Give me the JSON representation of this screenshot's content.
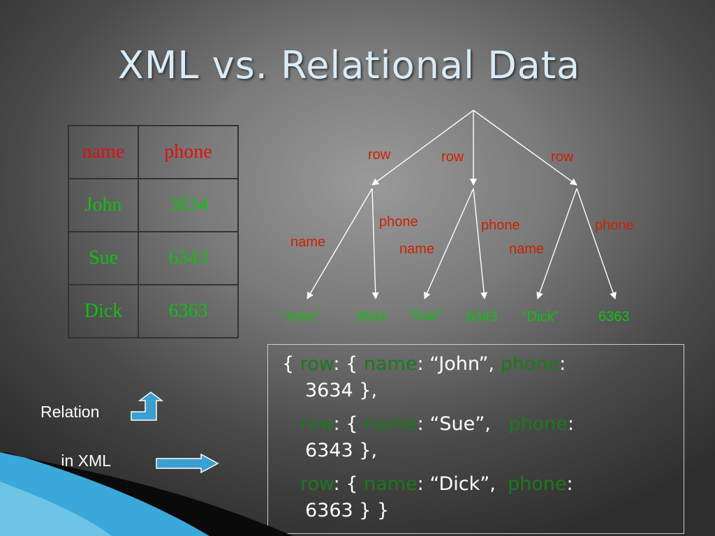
{
  "title": "XML vs. Relational Data",
  "table": {
    "headers": [
      "name",
      "phone"
    ],
    "rows": [
      [
        "John",
        "3634"
      ],
      [
        "Sue",
        "6343"
      ],
      [
        "Dick",
        "6363"
      ]
    ]
  },
  "tree": {
    "row_label": "row",
    "name_label": "name",
    "phone_label": "phone",
    "leaves": [
      "“John”",
      "3634",
      "“Sue”",
      "6343",
      "“Dick”",
      "6363"
    ]
  },
  "json_text": {
    "lines": [
      [
        "{ ",
        "row",
        ": { ",
        "name",
        ": “John”, ",
        "phone",
        ":"
      ],
      [
        "3634 },"
      ],
      [
        "row",
        ": { ",
        "name",
        ": “Sue”,   ",
        "phone",
        ":"
      ],
      [
        "6343 },"
      ],
      [
        "row",
        ": { ",
        "name",
        ": “Dick”,  ",
        "phone",
        ":"
      ],
      [
        "6363 }  }"
      ]
    ]
  },
  "legend": {
    "relation_label": "Relation",
    "xml_label": "… in XML"
  },
  "colors": {
    "title": "#d8ecf8",
    "header_text": "#e01010",
    "value_text": "#10c010",
    "edge_label": "#cc2200",
    "json_key": "#1a7a1a",
    "accent_arrow": "#3aa0d0"
  }
}
